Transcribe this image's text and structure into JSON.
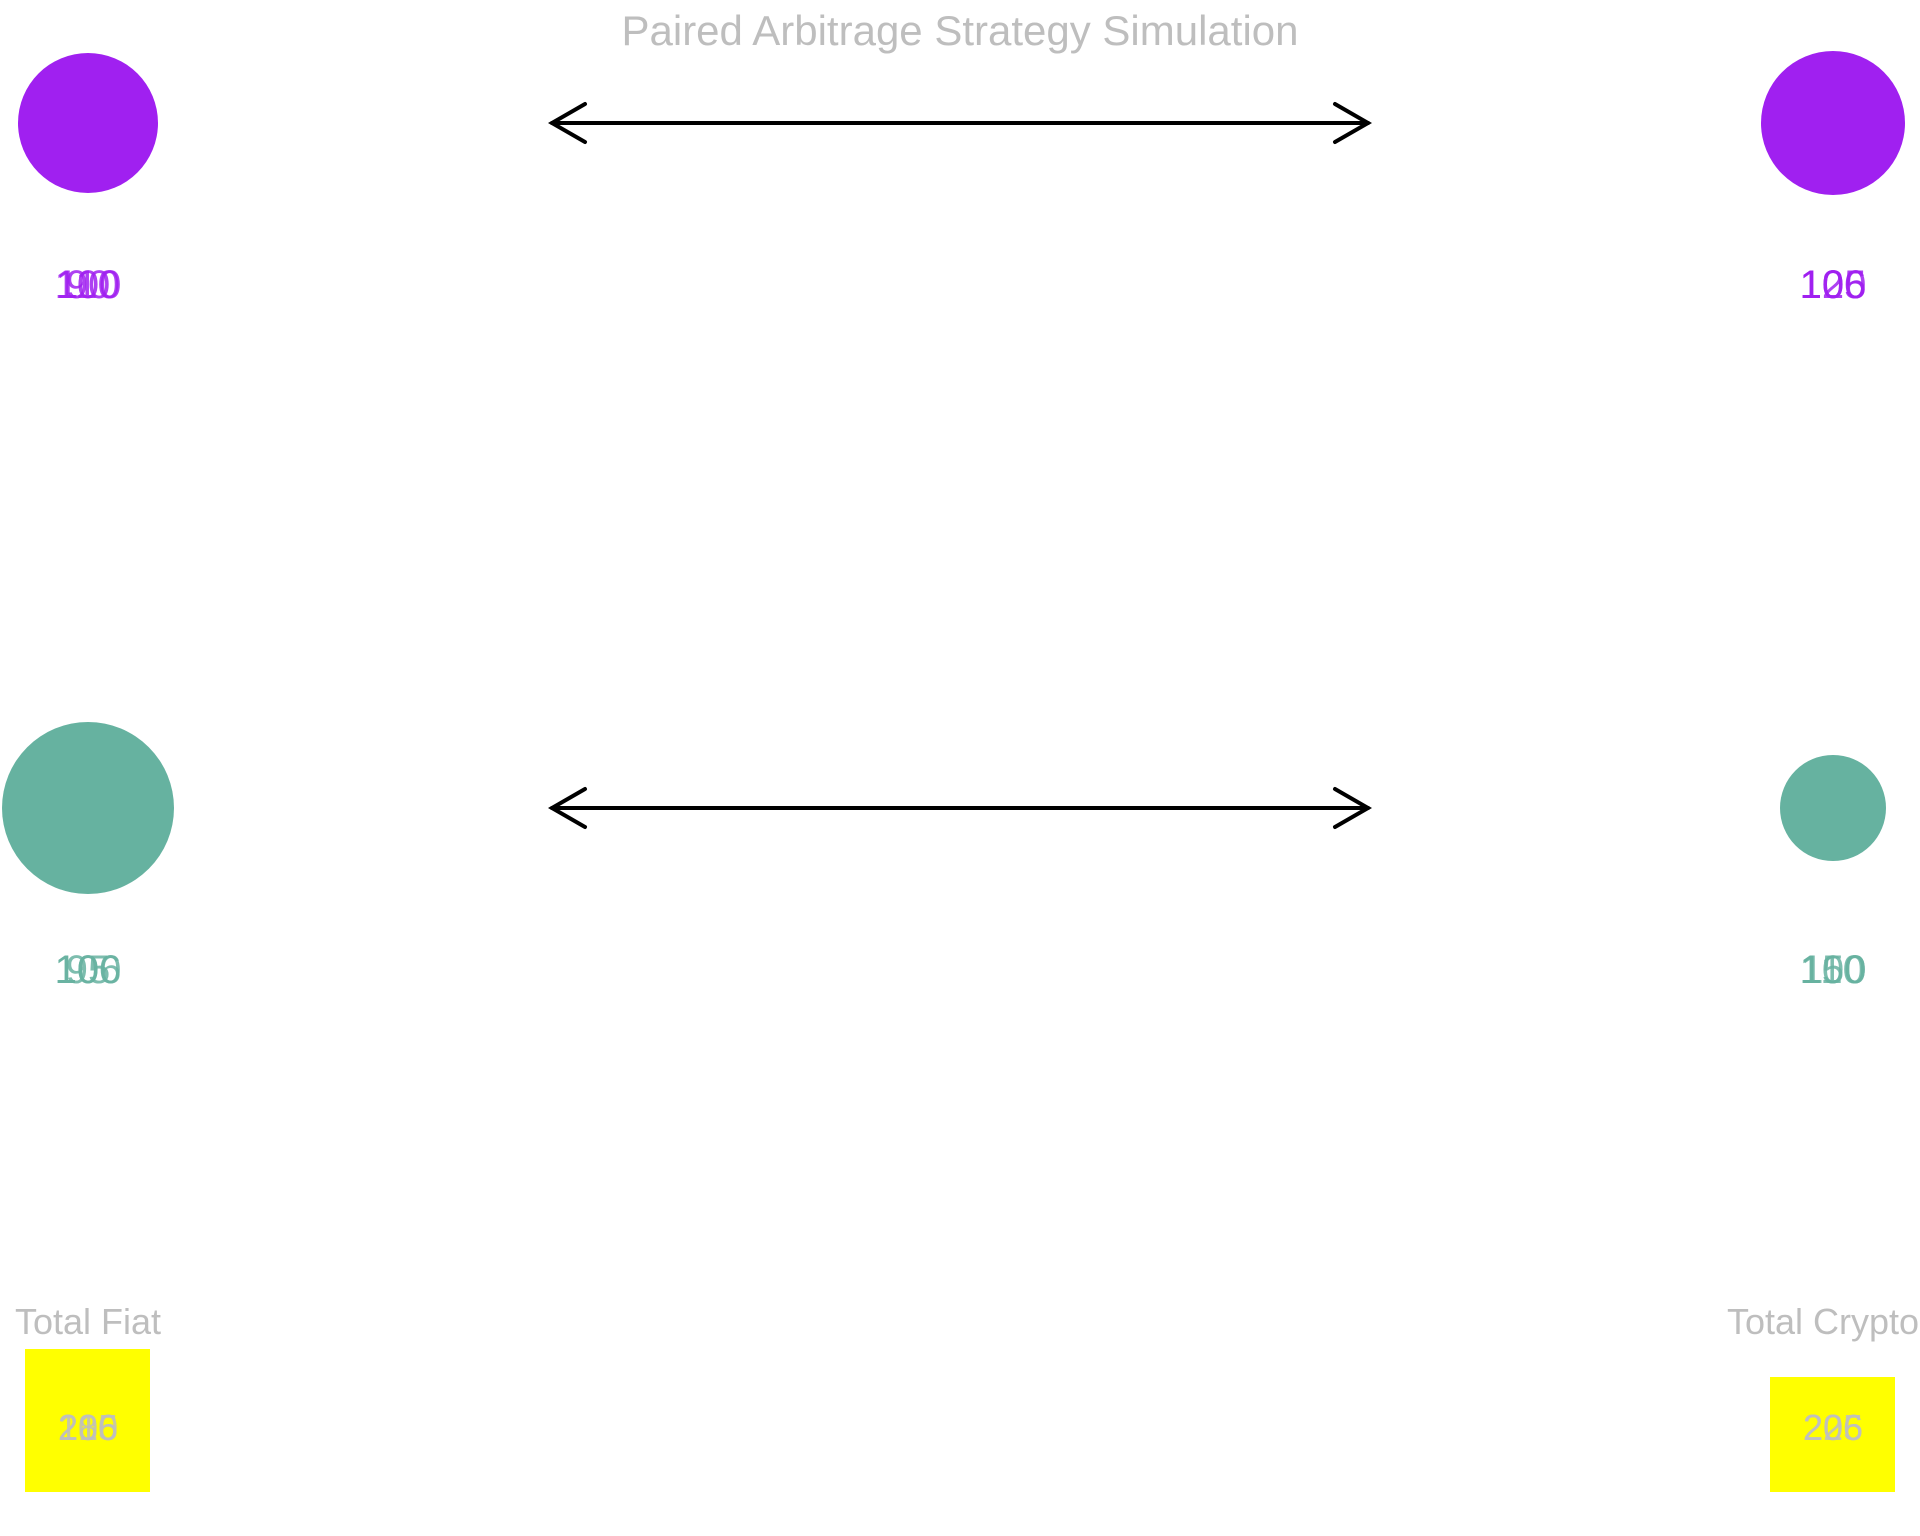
{
  "title": "Paired Arbitrage Strategy Simulation",
  "colors": {
    "title": "#bebebe",
    "exchange_a": "#a020f0",
    "exchange_b": "#66b2a0",
    "arrow": "#000000",
    "total_box": "#ffff00",
    "total_text": "#bebebe"
  },
  "rows": [
    {
      "name": "purple",
      "left": {
        "values": [
          "100",
          "90",
          "110"
        ],
        "radius": 70
      },
      "right": {
        "values": [
          "105",
          "106",
          "120"
        ],
        "radius": 72
      }
    },
    {
      "name": "teal",
      "left": {
        "values": [
          "100",
          "95",
          "106"
        ],
        "radius": 86
      },
      "right": {
        "values": [
          "100",
          "110",
          "150"
        ],
        "radius": 53
      }
    }
  ],
  "totals": {
    "left": {
      "label": "Total Fiat",
      "values": [
        "200",
        "185",
        "216"
      ]
    },
    "right": {
      "label": "Total Crypto",
      "values": [
        "205",
        "226",
        "206"
      ]
    }
  }
}
